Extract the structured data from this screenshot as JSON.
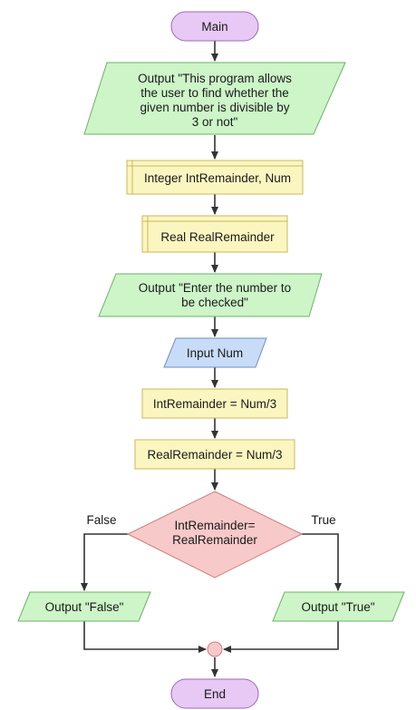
{
  "flowchart": {
    "start": {
      "label": "Main"
    },
    "output_intro": {
      "lines": [
        "Output \"This program allows",
        "the user to find whether the",
        "given number is divisible by",
        "3 or not\""
      ]
    },
    "declare_int": {
      "label": "Integer IntRemainder, Num"
    },
    "declare_real": {
      "label": "Real RealRemainder"
    },
    "output_prompt": {
      "lines": [
        "Output \"Enter the number to",
        "be checked\""
      ]
    },
    "input_num": {
      "label": "Input Num"
    },
    "assign_int": {
      "label": "IntRemainder = Num/3"
    },
    "assign_real": {
      "label": "RealRemainder = Num/3"
    },
    "decision": {
      "lines": [
        "IntRemainder=",
        "RealRemainder"
      ]
    },
    "false_label": "False",
    "true_label": "True",
    "output_false": {
      "label": "Output \"False\""
    },
    "output_true": {
      "label": "Output \"True\""
    },
    "end": {
      "label": "End"
    }
  },
  "colors": {
    "terminal_fill": "#e8c8f4",
    "terminal_stroke": "#9b6bb5",
    "output_fill": "#cdf5c8",
    "output_stroke": "#6cb364",
    "declare_fill": "#fbf6c0",
    "declare_stroke": "#c9b85a",
    "input_fill": "#c8dcf7",
    "input_stroke": "#6b8fc4",
    "decision_fill": "#f7c9c9",
    "decision_stroke": "#cf7d7d",
    "connector_fill": "#f7c9c9",
    "line": "#333333"
  }
}
